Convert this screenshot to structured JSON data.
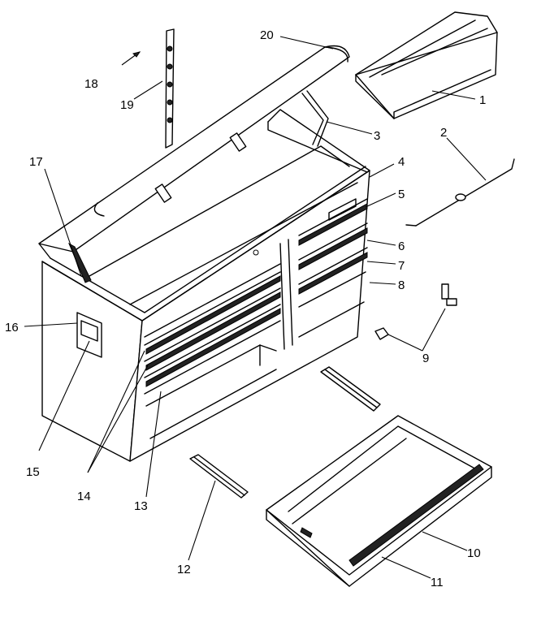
{
  "callouts": [
    {
      "id": "1",
      "label": "1",
      "part": "tray"
    },
    {
      "id": "2",
      "label": "2",
      "part": "lock-rod"
    },
    {
      "id": "3",
      "label": "3",
      "part": "lid-stay"
    },
    {
      "id": "4",
      "label": "4",
      "part": "chest-frame"
    },
    {
      "id": "5",
      "label": "5",
      "part": "side-panel"
    },
    {
      "id": "6",
      "label": "6",
      "part": "drawer-small-upper"
    },
    {
      "id": "7",
      "label": "7",
      "part": "drawer-small-middle"
    },
    {
      "id": "8",
      "label": "8",
      "part": "drawer-small-lower"
    },
    {
      "id": "9",
      "label": "9",
      "part": "lock-and-screw"
    },
    {
      "id": "10",
      "label": "10",
      "part": "large-drawer"
    },
    {
      "id": "11",
      "label": "11",
      "part": "drawer-pull"
    },
    {
      "id": "12",
      "label": "12",
      "part": "drawer-slide-left"
    },
    {
      "id": "13",
      "label": "13",
      "part": "drawer-liner"
    },
    {
      "id": "14",
      "label": "14",
      "part": "drawers-left-stack"
    },
    {
      "id": "15",
      "label": "15",
      "part": "end-handle"
    },
    {
      "id": "16",
      "label": "16",
      "part": "handle-bracket"
    },
    {
      "id": "17",
      "label": "17",
      "part": "lid-hinge-corner"
    },
    {
      "id": "18",
      "label": "18",
      "part": "rivet"
    },
    {
      "id": "19",
      "label": "19",
      "part": "piano-hinge"
    },
    {
      "id": "20",
      "label": "20",
      "part": "lid"
    }
  ]
}
